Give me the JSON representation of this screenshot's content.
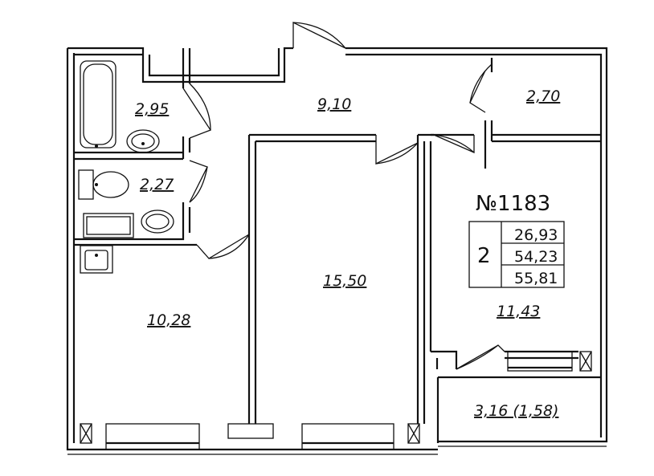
{
  "plan": {
    "apartment_number": "№1183",
    "rooms_count": "2",
    "areas_table": [
      "26,93",
      "54,23",
      "55,81"
    ]
  },
  "rooms": {
    "bathroom": "2,95",
    "hall": "9,10",
    "closet": "2,70",
    "wc": "2,27",
    "kitchen": "10,28",
    "living_room": "15,50",
    "bedroom": "11,43",
    "balcony": "3,16 (1,58)"
  }
}
